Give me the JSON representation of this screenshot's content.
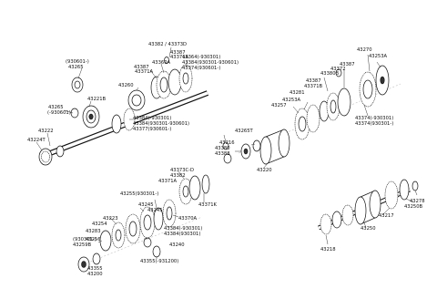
{
  "labels": [
    {
      "id": "l01",
      "text": "(930601-)"
    },
    {
      "id": "l02",
      "text": "43265"
    },
    {
      "id": "l03",
      "text": "43221B"
    },
    {
      "id": "l04",
      "text": "43265"
    },
    {
      "id": "l05",
      "text": "(-930601)"
    },
    {
      "id": "l06",
      "text": "43222"
    },
    {
      "id": "l07",
      "text": "43224T"
    },
    {
      "id": "l08",
      "text": "43382 / 43373D"
    },
    {
      "id": "l09",
      "text": "43387"
    },
    {
      "id": "l10",
      "text": "43371A"
    },
    {
      "id": "l11",
      "text": "43360A"
    },
    {
      "id": "l12",
      "text": "43387"
    },
    {
      "id": "l13",
      "text": "43371A"
    },
    {
      "id": "l14",
      "text": "43364(-930301)"
    },
    {
      "id": "l15",
      "text": "43384(930301-930601)"
    },
    {
      "id": "l16",
      "text": "43374(930601-)"
    },
    {
      "id": "l17",
      "text": "43260"
    },
    {
      "id": "l18",
      "text": "43384(-930301)"
    },
    {
      "id": "l19",
      "text": "43384(930301-930601)"
    },
    {
      "id": "l20",
      "text": "43377(930601-)"
    },
    {
      "id": "l21",
      "text": "43265T"
    },
    {
      "id": "l22",
      "text": "43216"
    },
    {
      "id": "l23",
      "text": "43380"
    },
    {
      "id": "l24",
      "text": "43388"
    },
    {
      "id": "l25",
      "text": "43220"
    },
    {
      "id": "l26",
      "text": "43270"
    },
    {
      "id": "l27",
      "text": "43253A"
    },
    {
      "id": "l28",
      "text": "43387"
    },
    {
      "id": "l29",
      "text": "43372"
    },
    {
      "id": "l30",
      "text": "43380B"
    },
    {
      "id": "l31",
      "text": "43387"
    },
    {
      "id": "l32",
      "text": "43371B"
    },
    {
      "id": "l33",
      "text": "43281"
    },
    {
      "id": "l34",
      "text": "43253A"
    },
    {
      "id": "l35",
      "text": "43257"
    },
    {
      "id": "l36",
      "text": "43374(-930301)"
    },
    {
      "id": "l37",
      "text": "43374(930301-)"
    },
    {
      "id": "l38",
      "text": "43373C-D"
    },
    {
      "id": "l39",
      "text": "43382"
    },
    {
      "id": "l40",
      "text": "43371A"
    },
    {
      "id": "l41",
      "text": "43371K"
    },
    {
      "id": "l42",
      "text": "43255(930301-)"
    },
    {
      "id": "l43",
      "text": "43245"
    },
    {
      "id": "l44",
      "text": "43245"
    },
    {
      "id": "l45",
      "text": "43223"
    },
    {
      "id": "l46",
      "text": "43254"
    },
    {
      "id": "l47",
      "text": "43283"
    },
    {
      "id": "l48",
      "text": "(930301-)"
    },
    {
      "id": "l49",
      "text": "43259B"
    },
    {
      "id": "l50",
      "text": "43256"
    },
    {
      "id": "l51",
      "text": "43370A"
    },
    {
      "id": "l52",
      "text": "43384(-930301)"
    },
    {
      "id": "l53",
      "text": "43384(930301)"
    },
    {
      "id": "l54",
      "text": "43240"
    },
    {
      "id": "l55",
      "text": "43355(-931200)"
    },
    {
      "id": "l56",
      "text": "43355"
    },
    {
      "id": "l57",
      "text": "43200"
    },
    {
      "id": "l58",
      "text": "43278"
    },
    {
      "id": "l59",
      "text": "43250B"
    },
    {
      "id": "l60",
      "text": "43217"
    },
    {
      "id": "l61",
      "text": "43250"
    },
    {
      "id": "l62",
      "text": "43218"
    }
  ]
}
